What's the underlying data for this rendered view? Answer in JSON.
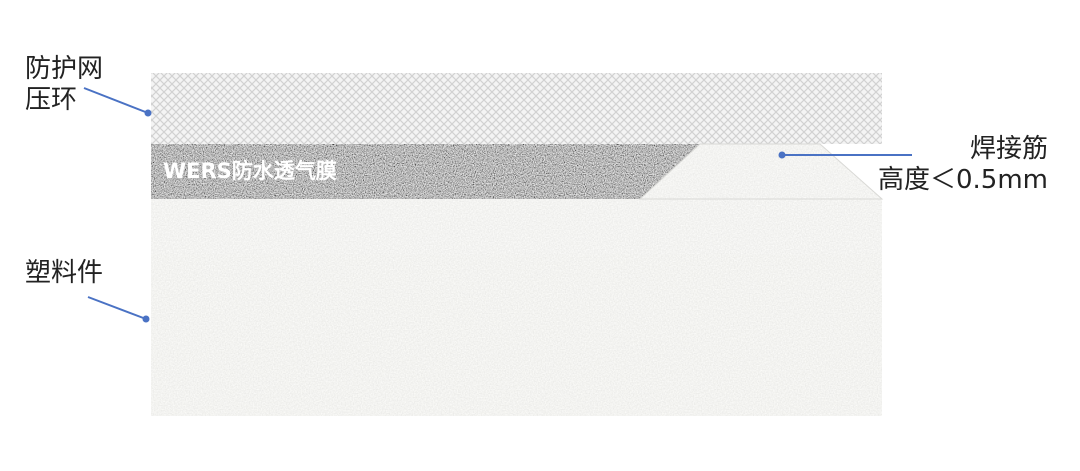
{
  "labels": {
    "mesh_ring": [
      "防护网",
      "压环"
    ],
    "membrane": "WERS防水透气膜",
    "plastic_part": "塑料件",
    "weld_rib": [
      "焊接筋",
      "高度＜0.5mm"
    ]
  },
  "colors": {
    "leader_line": "#4a72c4",
    "mesh_light": "#f4f4f4",
    "mesh_dark": "#d6d6d6",
    "membrane_dark": "#5c5c5c",
    "plastic": "#e9e9e6",
    "label_text": "#222222"
  },
  "icons": {
    "leader_dot": "filled-circle"
  }
}
